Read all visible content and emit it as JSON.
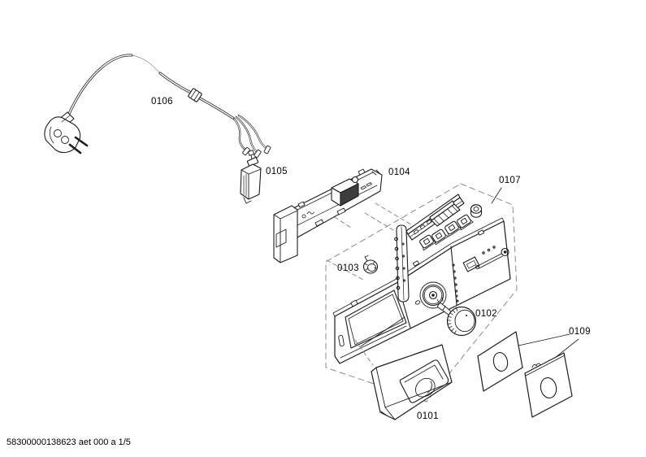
{
  "colors": {
    "line": "#1c1c1c",
    "dashed_line": "#8a8a8a",
    "background": "#ffffff"
  },
  "document": {
    "footer_code": "58300000138623 aet 000 a 1/5"
  },
  "diagram": {
    "type": "exploded-parts-diagram",
    "parts": [
      {
        "id": "0106",
        "label": "0106",
        "name": "power-cord-with-plug"
      },
      {
        "id": "0105",
        "label": "0105",
        "name": "cable-clip-component"
      },
      {
        "id": "0104",
        "label": "0104",
        "name": "control-module"
      },
      {
        "id": "0107",
        "label": "0107",
        "name": "control-panel-assembly"
      },
      {
        "id": "0103",
        "label": "0103",
        "name": "grommet"
      },
      {
        "id": "0102",
        "label": "0102",
        "name": "rotary-knob"
      },
      {
        "id": "0109",
        "label": "0109",
        "name": "knob-trim-plates"
      },
      {
        "id": "0101",
        "label": "0101",
        "name": "dispenser-drawer-front"
      }
    ]
  }
}
